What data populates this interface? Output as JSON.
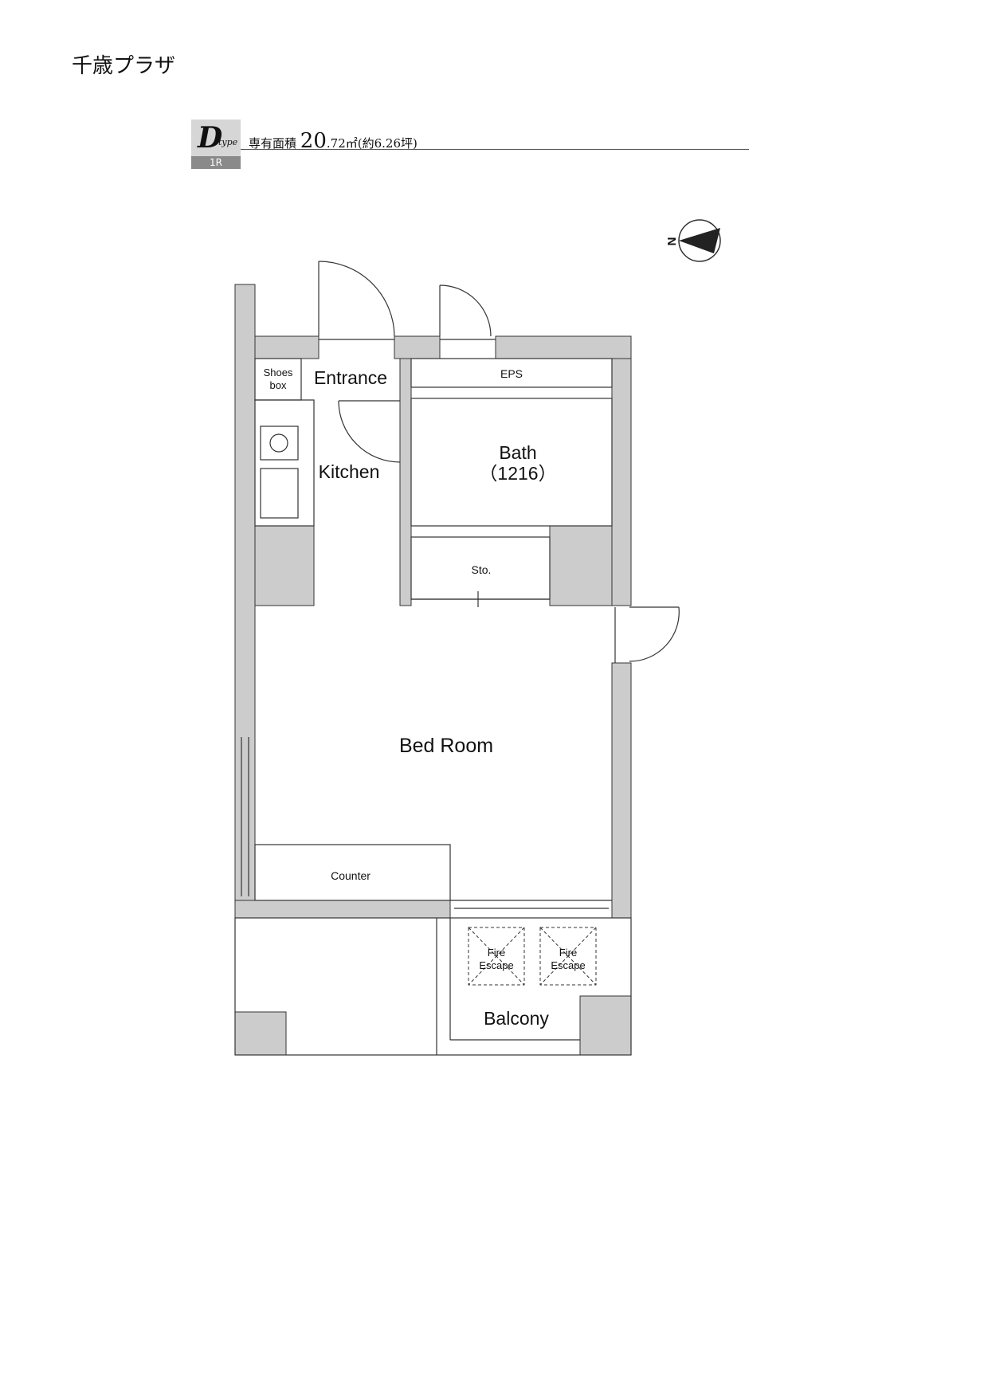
{
  "building_name": "千歳プラザ",
  "unit": {
    "type_letter": "D",
    "type_word": "type",
    "layout": "1R",
    "area_label": "専有面積",
    "area_value": "20",
    "area_decimal": ".72㎡",
    "area_tsubo": "(約6.26坪)"
  },
  "compass": {
    "label": "N"
  },
  "rooms": {
    "shoes_box": [
      "Shoes",
      "box"
    ],
    "entrance": "Entrance",
    "eps": "EPS",
    "bath": [
      "Bath",
      "（1216）"
    ],
    "kitchen": "Kitchen",
    "storage": "Sto.",
    "bed_room": "Bed Room",
    "counter": "Counter",
    "fire_escape_1": [
      "Fire",
      "Escape"
    ],
    "fire_escape_2": [
      "Fire",
      "Escape"
    ],
    "balcony": "Balcony"
  },
  "colors": {
    "wall": "#cccccc",
    "line": "#333333",
    "header_dark": "#8a8a8a",
    "header_light": "#d6d6d6"
  }
}
